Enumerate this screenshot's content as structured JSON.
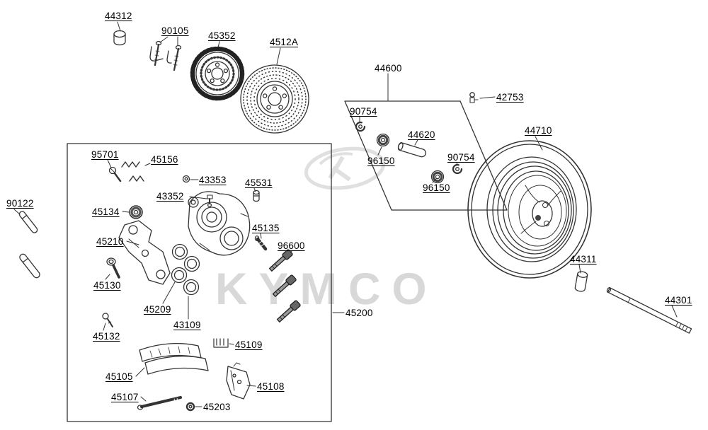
{
  "watermark": {
    "text": "KYMCO",
    "color": "#d2d2d2",
    "emblem": "kymco-oval-logo"
  },
  "part_labels": {
    "p44312": "44312",
    "p90105": "90105",
    "p45352": "45352",
    "p4512A": "4512A",
    "p44600": "44600",
    "p42753": "42753",
    "p90754_upper": "90754",
    "p44620": "44620",
    "p44710": "44710",
    "p96150_upper": "96150",
    "p90754_lower": "90754",
    "p96150_lower": "96150",
    "p95701": "95701",
    "p45156": "45156",
    "p43353": "43353",
    "p45531": "45531",
    "p43352": "43352",
    "p90122": "90122",
    "p45134": "45134",
    "p45135": "45135",
    "p45210": "45210",
    "p96600": "96600",
    "p45130": "45130",
    "p45209": "45209",
    "p43109": "43109",
    "p45200": "45200",
    "p44311": "44311",
    "p44301": "44301",
    "p45132": "45132",
    "p45109": "45109",
    "p45105": "45105",
    "p45108": "45108",
    "p45107": "45107",
    "p45203": "45203"
  }
}
